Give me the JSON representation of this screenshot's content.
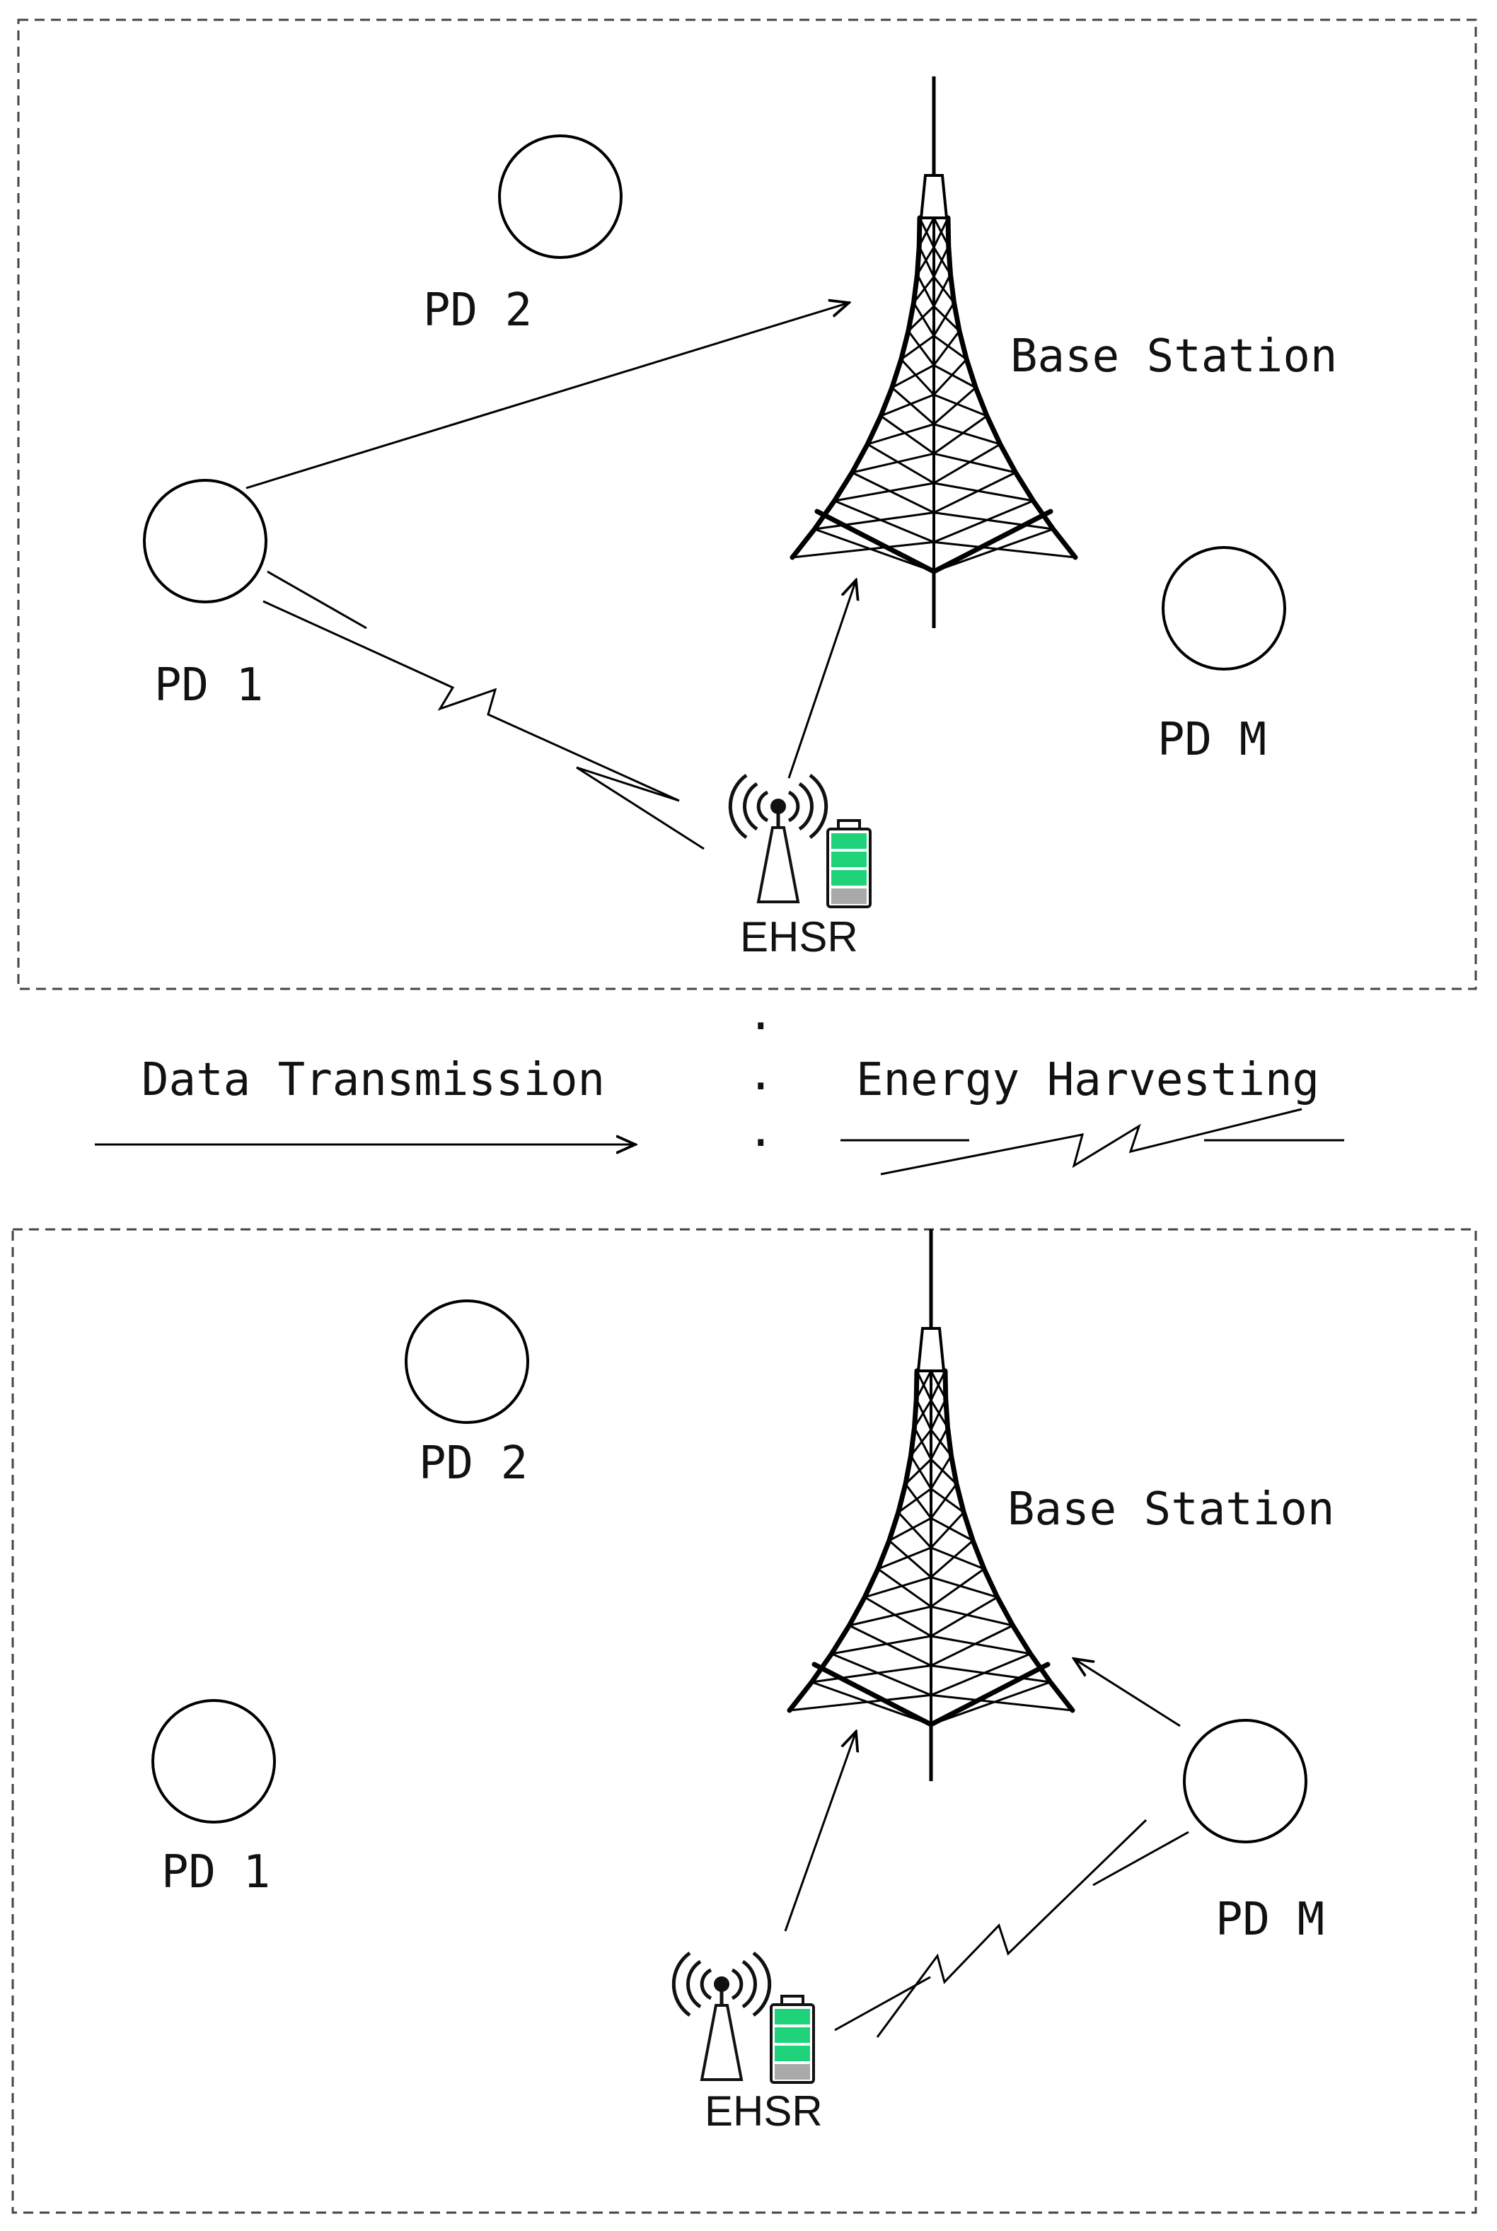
{
  "top_panel": {
    "base_station": "Base Station",
    "pd1": "PD 1",
    "pd2": "PD 2",
    "pdm": "PD M",
    "ehsr": "EHSR"
  },
  "legend": {
    "data_transmission": "Data Transmission",
    "energy_harvesting": "Energy Harvesting",
    "dots": [
      ".",
      ".",
      "."
    ]
  },
  "bottom_panel": {
    "base_station": "Base Station",
    "pd1": "PD 1",
    "pd2": "PD 2",
    "pdm": "PD M",
    "ehsr": "EHSR"
  },
  "colors": {
    "battery_fill": "#1fd37a",
    "battery_cap": "#a9a9a9",
    "line": "#000000",
    "frame": "#444444"
  },
  "icons": [
    "tower-icon",
    "antenna-icon",
    "battery-icon",
    "lightning-icon",
    "arrow-icon"
  ]
}
